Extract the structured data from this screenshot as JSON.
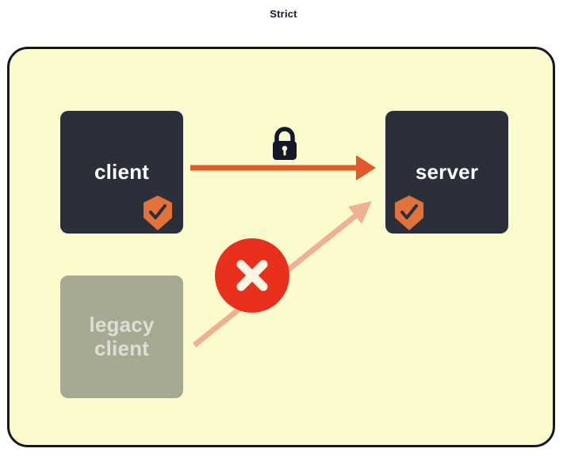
{
  "title": "Strict",
  "colors": {
    "background": "#ffffff",
    "boundary_fill": "#fcfbce",
    "boundary_stroke": "#14182a",
    "node_fill": "#2b2f3a",
    "node_text": "#ffffff",
    "node_faded_fill": "#a9ab93",
    "node_faded_text": "#d6d8c6",
    "arrow_allowed": "#e2582b",
    "arrow_blocked": "#efb191",
    "badge_orange": "#e2723c",
    "blocked_circle": "#e8301c",
    "blocked_x": "#fcf7e4",
    "lock": "#14182a",
    "title_text": "#17192b"
  },
  "nodes": [
    {
      "id": "client",
      "label": "client",
      "state": "active",
      "badge": "shield-check-icon",
      "badge_position": "bottom-right"
    },
    {
      "id": "server",
      "label": "server",
      "state": "active",
      "badge": "shield-check-icon",
      "badge_position": "bottom-left"
    },
    {
      "id": "legacy-client",
      "label": "legacy\nclient",
      "state": "faded",
      "badge": null,
      "badge_position": null
    }
  ],
  "connections": [
    {
      "id": "client-to-server",
      "from": "client",
      "to": "server",
      "state": "allowed",
      "annotation_icon": "lock-icon",
      "annotation_label": ""
    },
    {
      "id": "legacy-client-to-server",
      "from": "legacy-client",
      "to": "server",
      "state": "blocked",
      "annotation_icon": "x-circle-icon",
      "annotation_label": ""
    }
  ],
  "icons": {
    "lock": "lock-icon",
    "shield_check": "shield-check-icon",
    "blocked": "x-circle-icon"
  }
}
